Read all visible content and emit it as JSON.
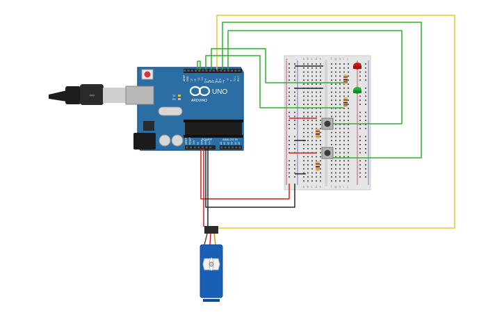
{
  "arduino": {
    "logo_text": "UNO",
    "brand_text": "ARDUINO",
    "digital_label": "DIGITAL (PWM~)",
    "power_label": "POWER",
    "analog_label": "ANALOG IN",
    "tx_label": "TX",
    "rx_label": "RX",
    "digital_pins": [
      "AREF",
      "GND",
      "13",
      "12",
      "~11",
      "~10",
      "~9",
      "8",
      "7",
      "~6",
      "~5",
      "4",
      "~3",
      "2",
      "TX 1",
      "RX 0"
    ],
    "power_pins": [
      "IOREF",
      "RESET",
      "3.3V",
      "5V",
      "GND",
      "GND",
      "Vin"
    ],
    "analog_pins": [
      "A0",
      "A1",
      "A2",
      "A3",
      "A4",
      "A5"
    ],
    "colors": {
      "board": "#2a6ea3",
      "board_edge": "#1f5a87",
      "header": "#222222",
      "usb": "#b7b7b7",
      "reset": "#d9343a"
    }
  },
  "breadboard": {
    "column_letters_left": [
      "a",
      "b",
      "c",
      "d",
      "e"
    ],
    "column_letters_right": [
      "f",
      "g",
      "h",
      "i",
      "j"
    ],
    "rail_plus": "+",
    "rail_minus": "-",
    "row_count": 30,
    "colors": {
      "body": "#e6e6e6",
      "hole": "#5c5c5c",
      "rail_red": "#d62f2f",
      "rail_blue": "#3a62c9"
    }
  },
  "components": {
    "led_red_color": "#c8171c",
    "led_green_color": "#1cb43a",
    "resistor_color": "#d8b27a",
    "button_color": "#3b3b3b",
    "servo_color": "#1a5fb6"
  },
  "wires": {
    "yellow": "#e7c92a",
    "green": "#2bb02b",
    "red": "#d91a1a",
    "black": "#222222"
  }
}
